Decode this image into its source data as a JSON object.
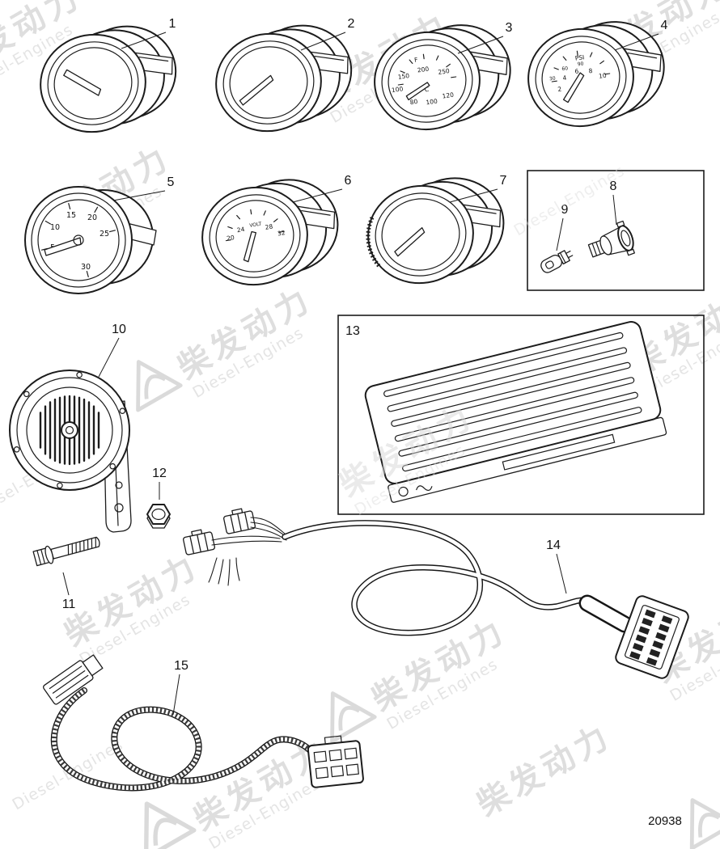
{
  "page": {
    "part_number": "20938"
  },
  "watermark": {
    "cn": "柴发动力",
    "en": "Diesel-Engines"
  },
  "callouts": {
    "c1": "1",
    "c2": "2",
    "c3": "3",
    "c4": "4",
    "c5": "5",
    "c6": "6",
    "c7": "7",
    "c8": "8",
    "c9": "9",
    "c10": "10",
    "c11": "11",
    "c12": "12",
    "c13": "13",
    "c14": "14",
    "c15": "15"
  },
  "gauges": {
    "g3": {
      "labels": {
        "f": "F",
        "v150": "150",
        "v200": "200",
        "v250": "250",
        "v100": "100",
        "c": "C",
        "v80": "80",
        "v100b": "100",
        "v120": "120"
      }
    },
    "g4": {
      "labels": {
        "psi": "PSI",
        "v30": "30",
        "v60": "60",
        "v90": "90",
        "v2": "2",
        "v4": "4",
        "v6": "6",
        "v8": "8",
        "v10": "10"
      }
    },
    "g5": {
      "labels": {
        "v5": "5",
        "v10": "10",
        "v15": "15",
        "v20": "20",
        "v25": "25",
        "v30": "30"
      }
    },
    "g6": {
      "labels": {
        "volt": "VOLT",
        "v20": "20",
        "v24": "24",
        "v28": "28",
        "v32": "32"
      }
    }
  }
}
